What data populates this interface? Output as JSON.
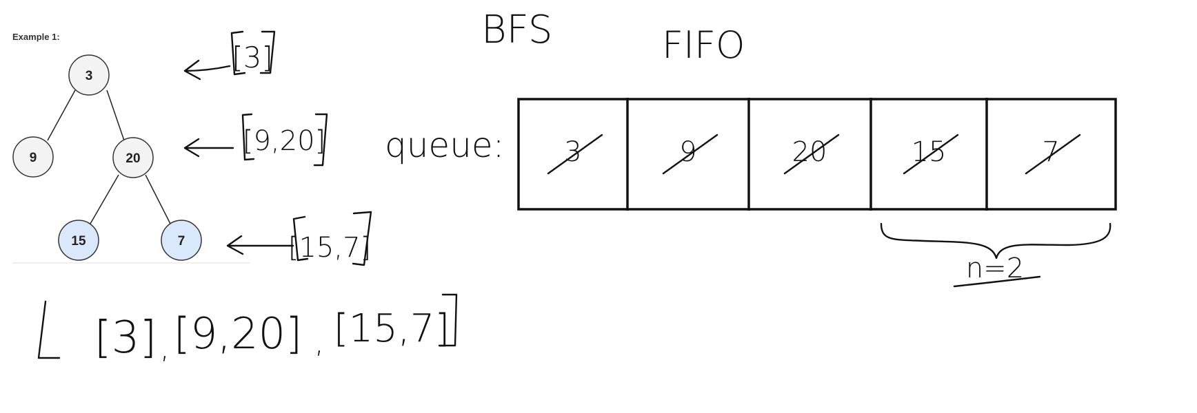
{
  "example_label": "Example 1:",
  "title": "BFS",
  "subtitle": "FIFO",
  "tree": {
    "nodes": [
      {
        "id": "n3",
        "label": "3",
        "level": 0,
        "fill": "#f3f3f3"
      },
      {
        "id": "n9",
        "label": "9",
        "level": 1,
        "fill": "#f3f3f3"
      },
      {
        "id": "n20",
        "label": "20",
        "level": 1,
        "fill": "#f3f3f3"
      },
      {
        "id": "n15",
        "label": "15",
        "level": 2,
        "fill": "#dae8fc"
      },
      {
        "id": "n7",
        "label": "7",
        "level": 2,
        "fill": "#dae8fc"
      }
    ],
    "edges": [
      [
        "n3",
        "n9"
      ],
      [
        "n3",
        "n20"
      ],
      [
        "n20",
        "n15"
      ],
      [
        "n20",
        "n7"
      ]
    ]
  },
  "levels": [
    "[3]",
    "[9,20]",
    "[15,7]"
  ],
  "queue": {
    "label": "queue:",
    "cells": [
      "3",
      "9",
      "20",
      "15",
      "7"
    ]
  },
  "brace_label": "n=2",
  "result": {
    "open": "[",
    "items": [
      "[3]",
      "[9,20]",
      "[15,7]"
    ],
    "separator": ",",
    "close": "]"
  }
}
